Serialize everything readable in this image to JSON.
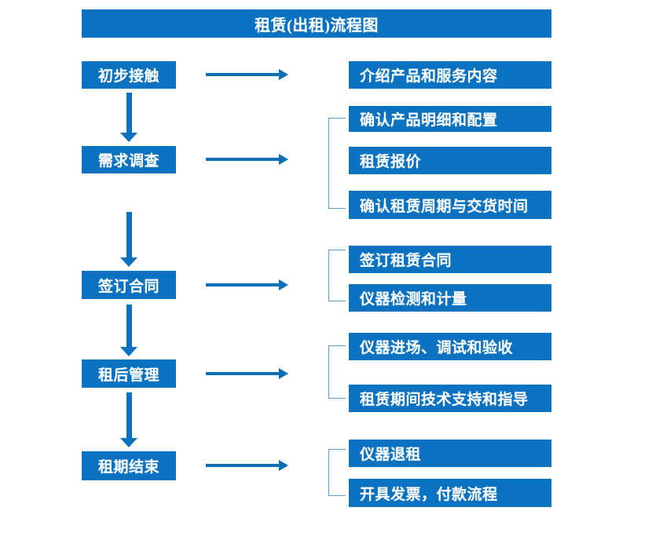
{
  "diagram": {
    "title": "租赁(出租)流程图",
    "accent_color": "#0a72c0",
    "bracket_color": "#5b9bd5",
    "background_color": "#ffffff",
    "text_color": "#ffffff"
  },
  "stages": [
    {
      "label": "初步接触"
    },
    {
      "label": "需求调查"
    },
    {
      "label": "签订合同"
    },
    {
      "label": "租后管理"
    },
    {
      "label": "租期结束"
    }
  ],
  "details": [
    {
      "label": "介绍产品和服务内容"
    },
    {
      "label": "确认产品明细和配置"
    },
    {
      "label": "租赁报价"
    },
    {
      "label": "确认租赁周期与交货时间"
    },
    {
      "label": "签订租赁合同"
    },
    {
      "label": "仪器检测和计量"
    },
    {
      "label": "仪器进场、调试和验收"
    },
    {
      "label": "租赁期间技术支持和指导"
    },
    {
      "label": "仪器退租"
    },
    {
      "label": "开具发票，付款流程"
    }
  ],
  "connectors": {
    "vertical_arrow_count": 4,
    "horizontal_arrow_count": 5,
    "bracket_count": 4
  }
}
